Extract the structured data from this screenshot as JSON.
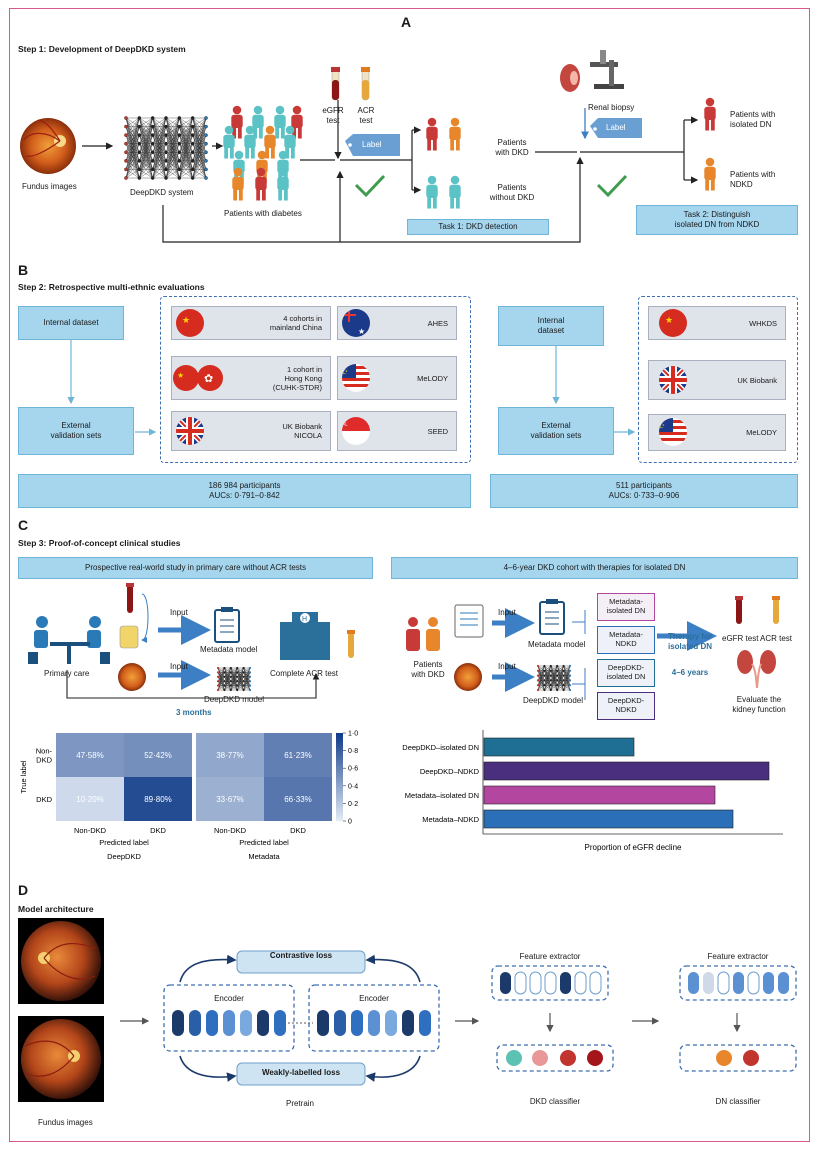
{
  "panelA": {
    "letter": "A",
    "step": "Step 1: Development of DeepDKD system",
    "fundus_label": "Fundus images",
    "system_label": "DeepDKD system",
    "patients_label": "Patients with diabetes",
    "egfr_test": "eGFR\ntest",
    "acr_test": "ACR\ntest",
    "label_tag": "Label",
    "with_dkd": "Patients\nwith DKD",
    "without_dkd": "Patients\nwithout DKD",
    "task1": "Task 1: DKD detection",
    "renal_biopsy": "Renal biopsy",
    "label_tag2": "Label",
    "isolated_dn": "Patients with\nisolated DN",
    "ndkd": "Patients with\nNDKD",
    "task2": "Task 2: Distinguish\nisolated DN from NDKD"
  },
  "panelB": {
    "letter": "B",
    "step": "Step 2: Retrospective multi-ethnic evaluations",
    "left": {
      "internal": "Internal dataset",
      "external": "External\nvalidation sets",
      "cohorts": [
        {
          "label": "4 cohorts in\nmainland China",
          "flag": "china-flag-icon"
        },
        {
          "label": "AHES",
          "flag": "australia-flag-icon"
        },
        {
          "label": "1 cohort in\nHong Kong\n(CUHK-STDR)",
          "flag": "china-hongkong-flags-icon"
        },
        {
          "label": "MeLODY",
          "flag": "malaysia-flag-icon"
        },
        {
          "label": "UK Biobank\nNICOLA",
          "flag": "uk-flag-icon"
        },
        {
          "label": "SEED",
          "flag": "singapore-flag-icon"
        }
      ],
      "summary": "186 984 participants\nAUCs: 0·791–0·842"
    },
    "right": {
      "internal": "Internal\ndataset",
      "external": "External\nvalidation sets",
      "cohorts": [
        {
          "label": "WHKDS",
          "flag": "china-flag-icon"
        },
        {
          "label": "UK Biobank",
          "flag": "uk-flag-icon"
        },
        {
          "label": "MeLODY",
          "flag": "malaysia-flag-icon"
        }
      ],
      "summary": "511 participants\nAUCs: 0·733–0·906"
    }
  },
  "panelC": {
    "letter": "C",
    "step": "Step 3: Proof-of-concept clinical studies",
    "left_title": "Prospective real-world study in primary care without ACR tests",
    "right_title": "4–6-year DKD cohort with therapies for isolated DN",
    "input1": "Input",
    "input2": "Input",
    "metadata_model": "Metadata model",
    "deepdkd_model": "DeepDKD model",
    "primary_care": "Primary care",
    "complete_acr": "Complete ACR test",
    "three_months": "3 months",
    "r_input1": "Input",
    "r_input2": "Input",
    "r_metadata_model": "Metadata model",
    "r_deepdkd_model": "DeepDKD model",
    "patients_dkd": "Patients\nwith DKD",
    "groups": [
      "Metadata-\nisolated DN",
      "Metadata-\nNDKD",
      "DeepDKD-\nisolated DN",
      "DeepDKD-\nNDKD"
    ],
    "therapy": "Therapy for\nisolated DN",
    "years": "4–6 years",
    "egfr_test": "eGFR test",
    "acr_test": "ACR test",
    "evaluate": "Evaluate the\nkidney function"
  },
  "panelD": {
    "letter": "D",
    "step": "Model architecture",
    "fundus_label": "Fundus images",
    "contrastive": "Contrastive loss",
    "encoder1": "Encoder",
    "encoder2": "Encoder",
    "weakly": "Weakly-labelled loss",
    "pretrain": "Pretrain",
    "feat1": "Feature extractor",
    "feat2": "Feature extractor",
    "dkd_classifier": "DKD classifier",
    "dn_classifier": "DN classifier"
  },
  "chart_data": [
    {
      "type": "heatmap",
      "title": "DeepDKD",
      "xlabel": "Predicted label",
      "ylabel": "True label",
      "x_categories": [
        "Non-DKD",
        "DKD"
      ],
      "y_categories": [
        "Non-DKD",
        "DKD"
      ],
      "cells": [
        [
          "47·58%",
          "52·42%"
        ],
        [
          "10·20%",
          "89·80%"
        ]
      ],
      "values": [
        [
          0.4758,
          0.5242
        ],
        [
          0.102,
          0.898
        ]
      ]
    },
    {
      "type": "heatmap",
      "title": "Metadata",
      "xlabel": "Predicted label",
      "ylabel": "",
      "x_categories": [
        "Non-DKD",
        "DKD"
      ],
      "y_categories": [
        "Non-DKD",
        "DKD"
      ],
      "cells": [
        [
          "38·77%",
          "61·23%"
        ],
        [
          "33·67%",
          "66·33%"
        ]
      ],
      "values": [
        [
          0.3877,
          0.6123
        ],
        [
          0.3367,
          0.6633
        ]
      ],
      "colorbar_ticks": [
        "1·0",
        "0·8",
        "0·6",
        "0·4",
        "0·2",
        "0"
      ],
      "colorbar_range": [
        0,
        1
      ]
    },
    {
      "type": "bar",
      "orientation": "horizontal",
      "xlabel": "Proportion of eGFR decline",
      "categories": [
        "DeepDKD–isolated DN",
        "DeepDKD–NDKD",
        "Metadata–isolated DN",
        "Metadata–NDKD"
      ],
      "values": [
        0.5,
        0.95,
        0.77,
        0.83
      ],
      "xlim": [
        0,
        1
      ],
      "colors": [
        "#1e6f93",
        "#4a2f7e",
        "#b3479f",
        "#2a6fb7"
      ]
    }
  ],
  "colors": {
    "frame": "#d5588f",
    "blue_box": "#a6d6ee",
    "teal_person": "#5bc2c5",
    "red_person": "#c73a38",
    "orange_person": "#e8862c",
    "check": "#3f9b4e",
    "arrow_blue": "#3d7fc4"
  }
}
